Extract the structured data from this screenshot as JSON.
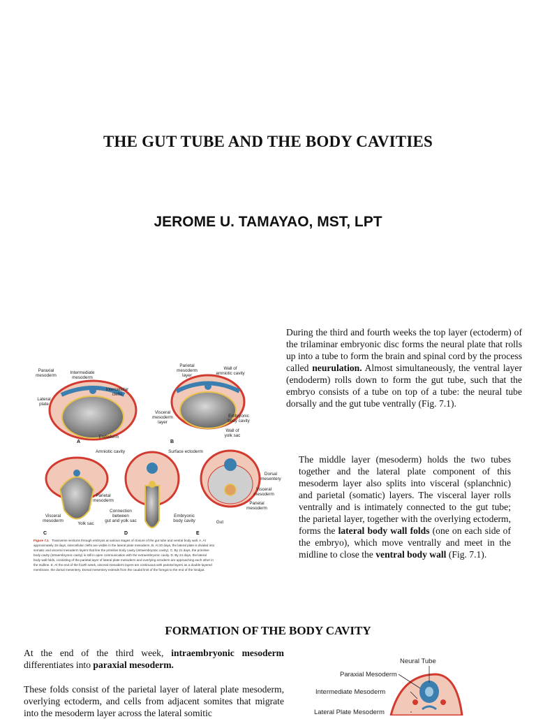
{
  "title": "THE GUT TUBE AND THE BODY CAVITIES",
  "author": "JEROME U. TAMAYAO, MST, LPT",
  "para1": [
    {
      "t": "During the third and fourth weeks the top layer (ectoderm) of the trilaminar embryonic disc forms the neural plate that rolls up into a tube to form the brain and spinal cord by the process called "
    },
    {
      "t": "neurulation.",
      "b": true
    },
    {
      "t": " Almost simultaneously, the ventral layer (endoderm) rolls down to form the gut tube, such that the embryo consists of a tube on top of a tube: the neural tube dorsally and the gut tube ventrally (Fig. 7.1)."
    }
  ],
  "para2": [
    {
      "t": "The middle layer (mesoderm) holds the two tubes together and the lateral plate component of this mesoderm layer also splits into visceral (splanchnic) and parietal (somatic) layers. The visceral layer rolls ventrally and is intimately connected to the gut tube; the parietal layer, together with the overlying ectoderm, forms the "
    },
    {
      "t": "lateral body wall folds",
      "b": true
    },
    {
      "t": " (one on each side of the embryo), which move ventrally and meet in the midline to close the "
    },
    {
      "t": "ventral body wall",
      "b": true
    },
    {
      "t": " (Fig. 7.1)."
    }
  ],
  "section_title": "FORMATION OF THE BODY CAVITY",
  "para3": [
    {
      "t": "At the end of the third week, "
    },
    {
      "t": "intraembryonic mesoderm",
      "b": true
    },
    {
      "t": " differentiates into "
    },
    {
      "t": "paraxial mesoderm.",
      "b": true
    }
  ],
  "para4": [
    {
      "t": "These folds consist of the parietal layer of lateral plate mesoderm, overlying ectoderm, and cells from adjacent somites that migrate into the mesoderm layer across the lateral somitic"
    }
  ],
  "figure1": {
    "labels": {
      "paraxial": [
        "Paraxial",
        "mesoderm"
      ],
      "intermediate": [
        "Intermediate",
        "mesoderm"
      ],
      "intercellular": [
        "Intercellular",
        "clefts"
      ],
      "lateral_plate": [
        "Lateral",
        "plate"
      ],
      "endoderm": "Endoderm",
      "parietal": [
        "Parietal",
        "mesoderm",
        "layer"
      ],
      "wall_amniotic": [
        "Wall of",
        "amniotic cavity"
      ],
      "visceral_layer": [
        "Visceral",
        "mesoderm",
        "layer"
      ],
      "embryonic_body_cavity": [
        "Embryonic",
        "body cavity"
      ],
      "wall_yolk": [
        "Wall of",
        "yolk sac"
      ],
      "amniotic_cavity": "Amniotic cavity",
      "surface_ectoderm": "Surface ectoderm",
      "parietal_mesoderm_c": [
        "Parietal",
        "mesoderm"
      ],
      "visceral_mesoderm_c": [
        "Visceral",
        "mesoderm"
      ],
      "yolk_sac": "Yolk sac",
      "connection": [
        "Connection",
        "between",
        "gut and yolk sac"
      ],
      "embryonic_body_cavity_d": [
        "Embryonic",
        "body cavity"
      ],
      "gut": "Gut",
      "dorsal_mesentery": [
        "Dorsal",
        "mesentery"
      ],
      "visceral_mesoderm_e": [
        "Visceral",
        "mesoderm"
      ],
      "parietal_mesoderm_e": [
        "Parietal",
        "mesoderm"
      ]
    },
    "panels": [
      "A",
      "B",
      "C",
      "D",
      "E"
    ],
    "caption_label": "Figure 7.1",
    "caption_lines": [
      "Transverse sections through embryos at various stages of closure of the gut tube and ventral body wall. A. At",
      "approximately 19 days, intercellular clefts are visible in the lateral plate mesoderm. B. At 20 days, the lateral plate is divided into",
      "somatic and visceral mesoderm layers that line the primitive body cavity (intraembryonic cavity). C. By 21 days, the primitive",
      "body cavity (intraembryonic cavity) is still in open communication with the extraembryonic cavity. D. By 24 days, the lateral",
      "body wall folds, consisting of the parietal layer of lateral plate mesoderm and overlying ectoderm are approaching each other in",
      "the midline. E. At the end of the fourth week, visceral mesoderm layers are continuous with parietal layers as a double-layered",
      "membrane, the dorsal mesentery. Dorsal mesentery extends from the caudal limit of the foregut to the end of the hindgut."
    ]
  },
  "figure2": {
    "labels": {
      "neural_tube": "Neural Tube",
      "paraxial": "Paraxial Mesoderm",
      "intermediate": "Intermediate Mesoderm",
      "lateral_plate": "Lateral Plate Mesoderm"
    }
  },
  "colors": {
    "ectoderm_red": "#d23a30",
    "tissue_pink": "#f2c9b8",
    "cavity_gray": "#8c8c8c",
    "yolk_yellow": "#e7c24a",
    "mesoderm_blue": "#3a7fb0",
    "caption_red": "#b03020"
  }
}
